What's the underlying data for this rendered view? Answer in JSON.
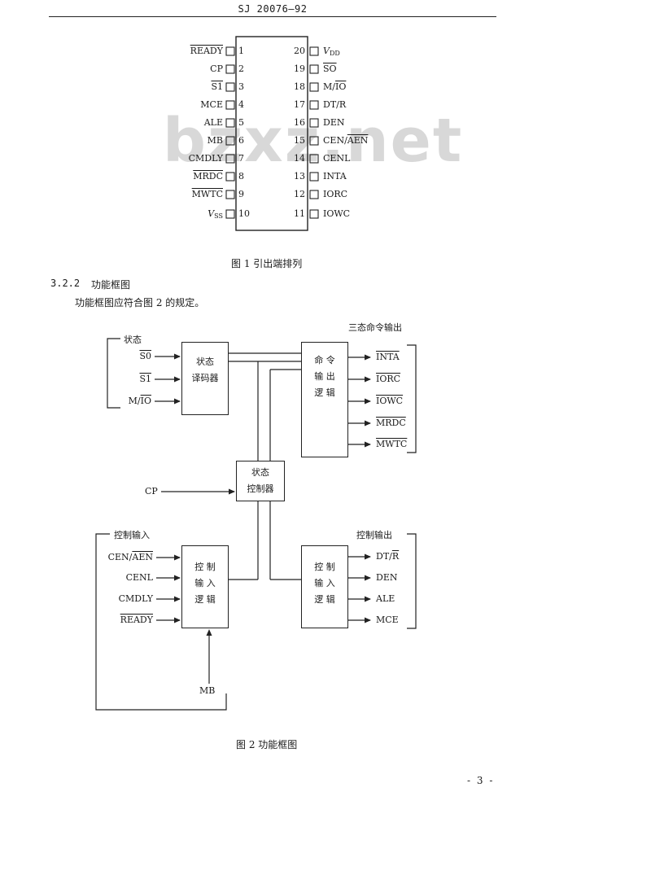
{
  "header": {
    "doc_id": "SJ 20076—92"
  },
  "watermark": "bzxz.net",
  "figure1": {
    "caption": "图 1   引出端排列",
    "left_pins": [
      {
        "num": "1",
        "label": "READY",
        "overline": true
      },
      {
        "num": "2",
        "label": "CP",
        "overline": false
      },
      {
        "num": "3",
        "label": "S1",
        "overline": true
      },
      {
        "num": "4",
        "label": "MCE",
        "overline": false
      },
      {
        "num": "5",
        "label": "ALE",
        "overline": false
      },
      {
        "num": "6",
        "label": "MB",
        "overline": false
      },
      {
        "num": "7",
        "label": "CMDLY",
        "overline": false
      },
      {
        "num": "8",
        "label": "MRDC",
        "overline": true
      },
      {
        "num": "9",
        "label": "MWTC",
        "overline": true
      },
      {
        "num": "10",
        "label": "V",
        "sub": "SS",
        "overline": false
      }
    ],
    "right_pins": [
      {
        "num": "20",
        "label": "V",
        "sub": "DD"
      },
      {
        "num": "19",
        "label": "SO",
        "overline": true
      },
      {
        "num": "18",
        "label": "M/IO",
        "ol_part": "IO"
      },
      {
        "num": "17",
        "label": "DT/R"
      },
      {
        "num": "16",
        "label": "DEN"
      },
      {
        "num": "15",
        "label": "CEN/AEN",
        "ol_part": "AEN"
      },
      {
        "num": "14",
        "label": "CENL"
      },
      {
        "num": "13",
        "label": "INTA"
      },
      {
        "num": "12",
        "label": "IORC"
      },
      {
        "num": "11",
        "label": "IOWC"
      }
    ]
  },
  "section": {
    "number": "3.2.2",
    "title": "功能框图",
    "text": "功能框图应符合图 2 的规定。"
  },
  "figure2": {
    "caption": "图 2   功能框图",
    "status_group": "状态",
    "status_inputs": [
      "S0",
      "S1",
      "M/IO"
    ],
    "status_decoder": [
      "状态",
      "译码器"
    ],
    "cmd_output_group": "三态命令输出",
    "cmd_logic": [
      "命  令",
      "输  出",
      "逻  辑"
    ],
    "cmd_outputs": [
      "INTA",
      "IORC",
      "IOWC",
      "MRDC",
      "MWTC"
    ],
    "cp_label": "CP",
    "state_controller": [
      "状态",
      "控制器"
    ],
    "control_input_group": "控制输入",
    "control_inputs": [
      "CEN/AEN",
      "CENL",
      "CMDLY",
      "READY"
    ],
    "ctrl_input_logic": [
      "控  制",
      "输  入",
      "逻  辑"
    ],
    "ctrl_output_group": "控制输出",
    "ctrl_output_logic": [
      "控  制",
      "输  入",
      "逻  辑"
    ],
    "ctrl_outputs": [
      "DT/R",
      "DEN",
      "ALE",
      "MCE"
    ],
    "mb_label": "MB"
  },
  "page_number": "- 3 -"
}
